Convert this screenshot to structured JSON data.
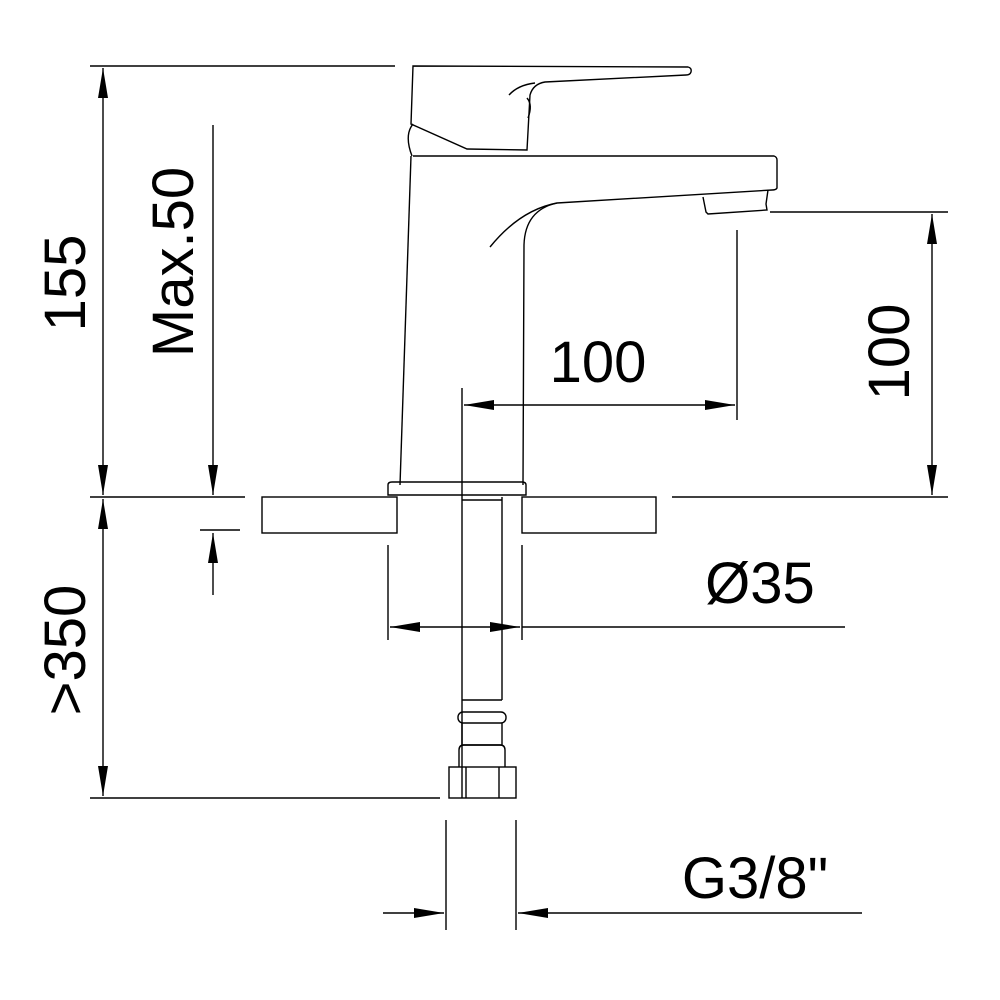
{
  "dimensions": {
    "total_height": "155",
    "max_thickness": "Max.50",
    "spout_reach": "100",
    "spout_height": "100",
    "hole_diameter": "Ø35",
    "hose_length": ">350",
    "connection": "G3/8\""
  },
  "colors": {
    "line": "#000000",
    "background": "#ffffff"
  }
}
